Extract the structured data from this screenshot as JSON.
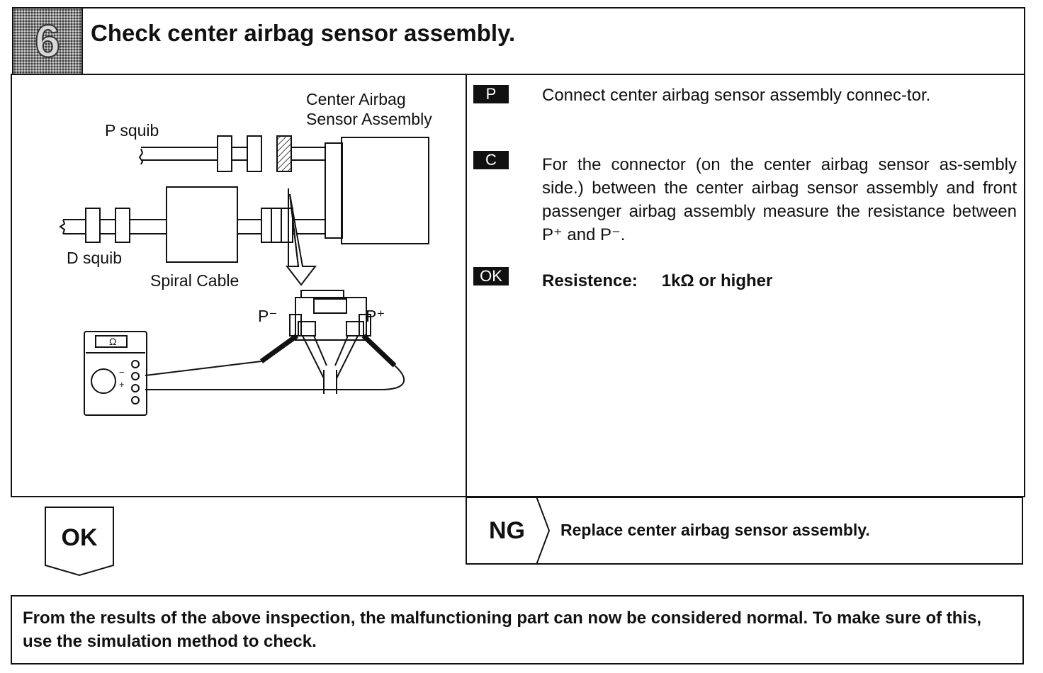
{
  "header": {
    "step_number": "6",
    "title": "Check center airbag sensor assembly."
  },
  "diagram": {
    "labels": {
      "center_airbag_line1": "Center Airbag",
      "center_airbag_line2": "Sensor Assembly",
      "p_squib": "P squib",
      "d_squib": "D squib",
      "spiral_cable": "Spiral Cable",
      "p_minus": "P⁻",
      "p_plus": "P⁺",
      "ohm_symbol": "Ω",
      "meter_minus": "−",
      "meter_plus": "+"
    }
  },
  "instructions": [
    {
      "tag": "P",
      "text": "Connect center airbag sensor assembly connec-tor."
    },
    {
      "tag": "C",
      "text": "For the connector (on the center airbag sensor as-sembly side.) between the center airbag sensor assembly and front passenger airbag assembly measure the resistance between P⁺ and P⁻."
    },
    {
      "tag": "OK",
      "label": "Resistence:",
      "value": "1kΩ or higher"
    }
  ],
  "result_ok": {
    "label": "OK"
  },
  "result_ng": {
    "label": "NG",
    "text": "Replace center airbag sensor assembly."
  },
  "footer": {
    "text": "From the results of the above inspection, the malfunctioning part can now be considered normal. To make sure of this, use the simulation method to check."
  }
}
